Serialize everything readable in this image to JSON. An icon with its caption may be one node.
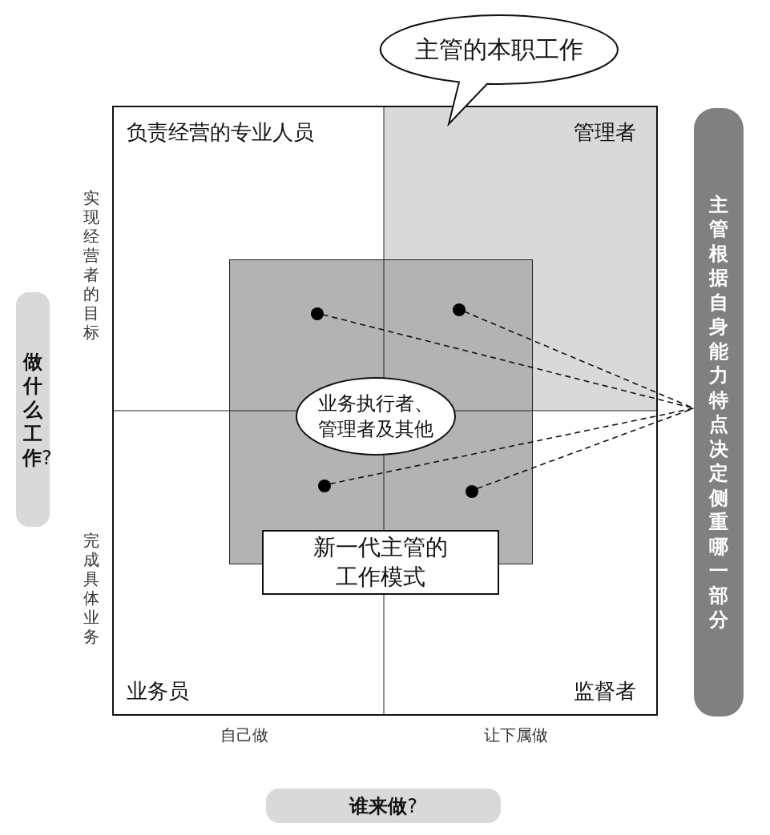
{
  "diagram": {
    "nodes": [
      {
        "text": [
          "主管的本职工作"
        ]
      },
      {
        "text": [],
        "shape": "box"
      },
      {
        "text": [
          "业务执行者、管理者及其他"
        ],
        "in": 1
      },
      {
        "text": [
          "新一代主管的工作模式"
        ]
      },
      {
        "text": [],
        "shape": "circle",
        "in": 1
      },
      {
        "text": [],
        "shape": "circle",
        "in": 1
      },
      {
        "text": [],
        "shape": "circle",
        "in": 1
      },
      {
        "text": [],
        "shape": "circle",
        "in": 1
      },
      {
        "text": [
          "主管根据自身能力特点决定侧重哪一部分"
        ]
      },
      {
        "text": [
          "**做什么工作**?"
        ]
      },
      {
        "text": [
          "**谁来做**?"
        ]
      }
    ],
    "edges": [
      {
        "from": 4,
        "to": 8,
        "arrow": "none",
        "style": "dashed"
      },
      {
        "from": 5,
        "to": 8,
        "arrow": "none",
        "style": "dashed"
      },
      {
        "from": 6,
        "to": 8,
        "arrow": "none",
        "style": "dashed"
      },
      {
        "from": 7,
        "to": 8,
        "arrow": "none",
        "style": "dashed"
      }
    ],
    "labels": [
      "负责经营的专业人员",
      "管理者",
      "实现经营者的目标",
      "完成具体业务",
      "业务员",
      "监督者",
      "自己做",
      "让下属做"
    ]
  }
}
